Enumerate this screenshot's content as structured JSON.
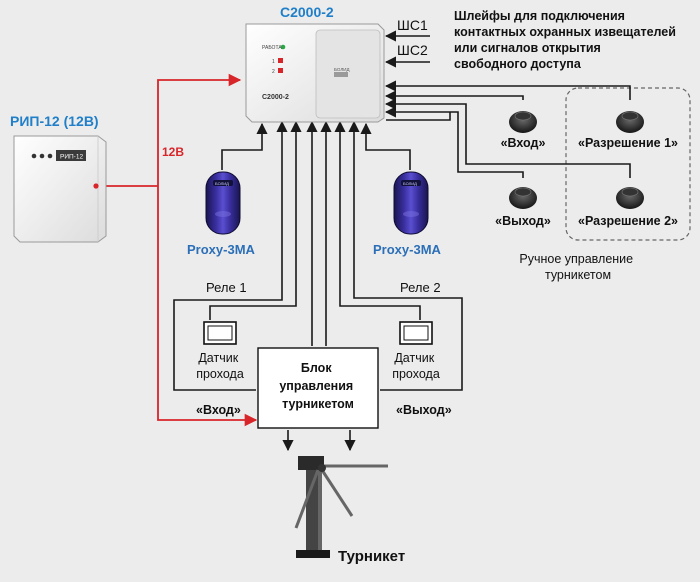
{
  "colors": {
    "background": "#ececec",
    "wire": "#1a1a1a",
    "power_wire": "#d8252a",
    "label_blue": "#1f7fc9",
    "proxy_blue": "#2b6fb8",
    "device_body": "#f4f4f4"
  },
  "controller": {
    "title": "С2000-2",
    "panel_label": "С2000-2",
    "indicator_top": "РАБОТА",
    "indicator_1": "1",
    "indicator_2": "2",
    "badge": "БОЛИД",
    "loop_1": "ШС1",
    "loop_2": "ШС2"
  },
  "loops_note": [
    "Шлейфы для подключения",
    "контактных охранных извещателей",
    "или сигналов открытия",
    "свободного доступа"
  ],
  "power_supply": {
    "title": "РИП-12 (12В)",
    "panel_label": "РИП-12",
    "voltage_label": "12В"
  },
  "readers": [
    {
      "label": "Proxy-3MA",
      "badge": "БОЛИД"
    },
    {
      "label": "Proxy-3MA",
      "badge": "БОЛИД"
    }
  ],
  "relays": [
    "Реле 1",
    "Реле 2"
  ],
  "sensors": [
    {
      "lines": [
        "Датчик",
        "прохода"
      ]
    },
    {
      "lines": [
        "Датчик",
        "прохода"
      ]
    }
  ],
  "control_unit": {
    "lines": [
      "Блок",
      "управления",
      "турникетом"
    ]
  },
  "signals": {
    "entry": "«Вход»",
    "exit": "«Выход»"
  },
  "buttons": [
    {
      "label": "«Вход»"
    },
    {
      "label": "«Выход»"
    },
    {
      "label": "«Разрешение 1»"
    },
    {
      "label": "«Разрешение 2»"
    }
  ],
  "manual_control": [
    "Ручное управление",
    "турникетом"
  ],
  "turnstile": {
    "label": "Турникет"
  }
}
